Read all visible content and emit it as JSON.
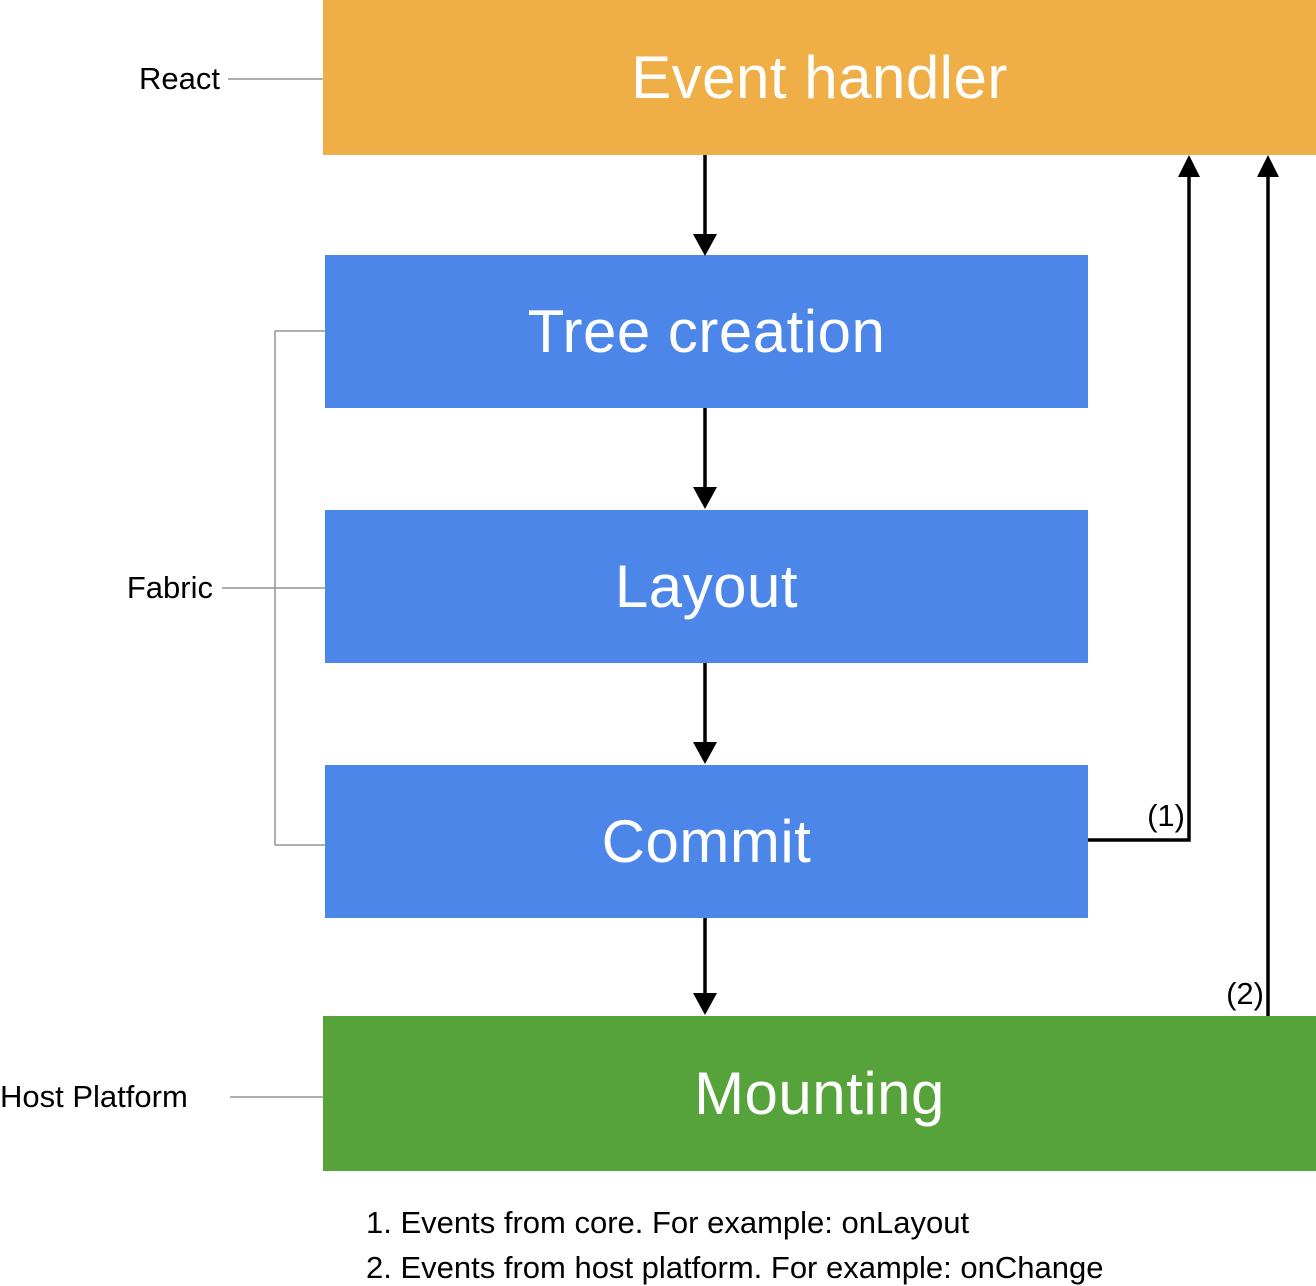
{
  "diagram": {
    "boxes": [
      {
        "id": "event-handler",
        "label": "Event handler",
        "color": "#F0AF46"
      },
      {
        "id": "tree-creation",
        "label": "Tree creation",
        "color": "#4B86E8"
      },
      {
        "id": "layout",
        "label": "Layout",
        "color": "#4B86E8"
      },
      {
        "id": "commit",
        "label": "Commit",
        "color": "#4B86E8"
      },
      {
        "id": "mounting",
        "label": "Mounting",
        "color": "#55A33A"
      }
    ],
    "side_labels": {
      "react": "React",
      "fabric": "Fabric",
      "host_platform": "Host Platform"
    },
    "arrow_labels": {
      "one": "(1)",
      "two": "(2)"
    },
    "footnotes": [
      "1. Events from core. For example: onLayout",
      "2. Events from host platform. For example: onChange"
    ],
    "colors": {
      "react_stage": "#F0AF46",
      "fabric_stage": "#4B86E8",
      "host_platform_stage": "#55A33A",
      "box_text": "#FFFFFF",
      "arrow": "#000000",
      "connector_line": "#949494",
      "label_text": "#000000",
      "background": "#FFFFFF"
    }
  }
}
